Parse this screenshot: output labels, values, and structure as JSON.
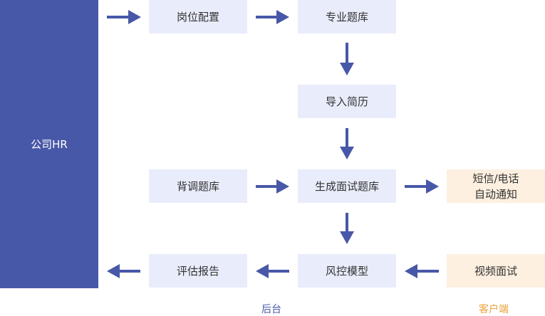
{
  "hr_label": "公司HR",
  "nodes": {
    "position_config": "岗位配置",
    "professional_bank": "专业题库",
    "import_resume": "导入简历",
    "background_bank": "背调题库",
    "generate_bank": "生成面试题库",
    "sms_notify_line1": "短信/电话",
    "sms_notify_line2": "自动通知",
    "risk_model": "风控模型",
    "eval_report": "评估报告",
    "video_interview": "视频面试"
  },
  "captions": {
    "backend": "后台",
    "client": "客户端"
  },
  "colors": {
    "hr_panel": "#4858a8",
    "arrow": "#4858a8",
    "backend_box": "#e9ecfb",
    "client_box": "#fdf0e0",
    "client_caption": "#e8a23a"
  }
}
